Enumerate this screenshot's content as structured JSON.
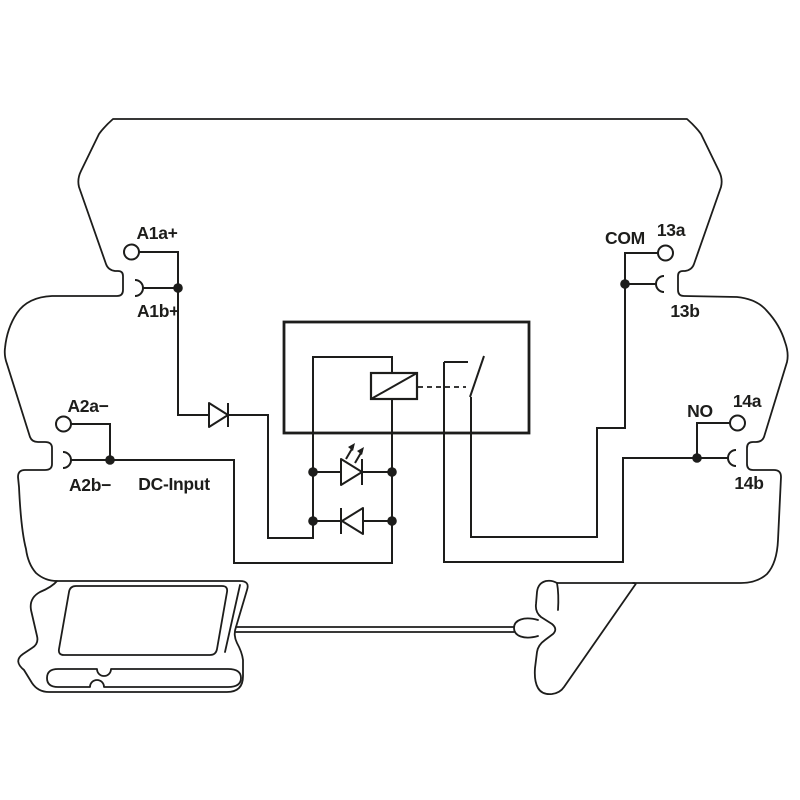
{
  "diagram": {
    "title": "relay-module-wiring-diagram",
    "colors": {
      "background": "#ffffff",
      "line": "#1d1d1b"
    },
    "terminals": {
      "a1a": "A1a+",
      "a1b": "A1b+",
      "a2a": "A2a−",
      "a2b": "A2b−",
      "t13a": "13a",
      "t13b": "13b",
      "t14a": "14a",
      "t14b": "14b"
    },
    "labels": {
      "dc_input": "DC-Input",
      "com": "COM",
      "no": "NO"
    }
  }
}
